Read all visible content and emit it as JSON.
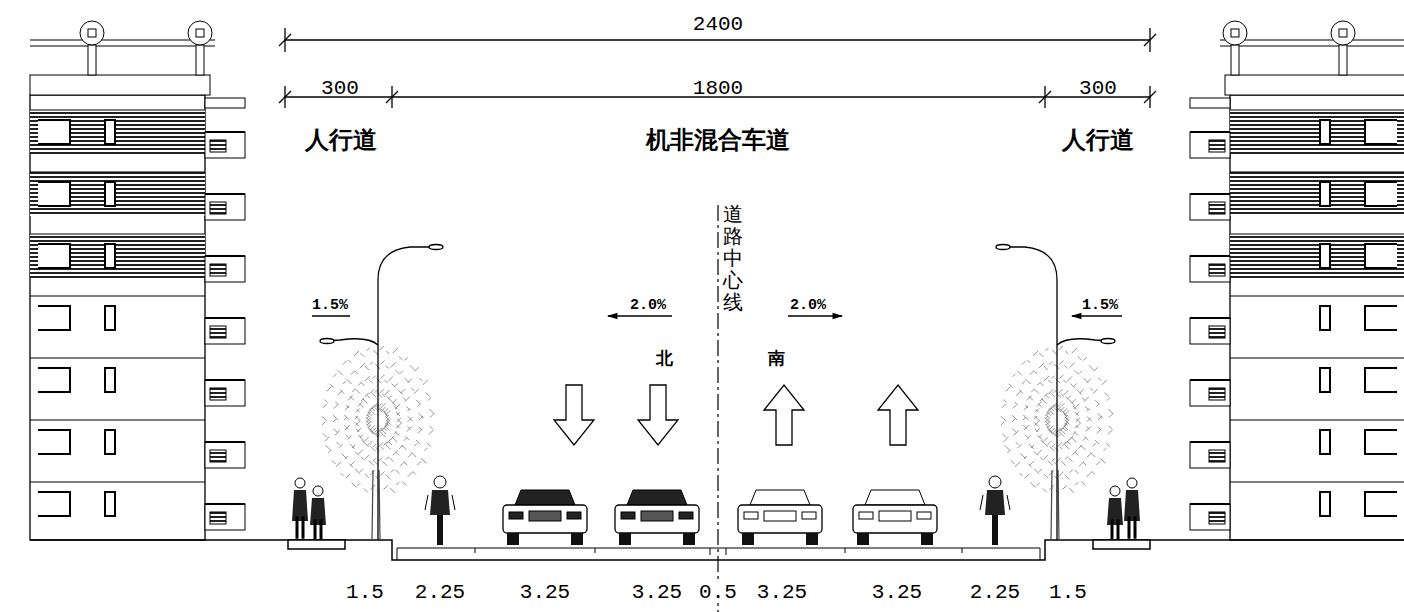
{
  "diagram": {
    "labels": [
      "2400",
      "300",
      "1800",
      "300",
      "人行道",
      "机非混合车道",
      "人行道",
      "1.5%",
      "2.0%",
      "道路中心线",
      "2.0%",
      "1.5%",
      "北",
      "南",
      "1.5",
      "2.25",
      "3.25",
      "3.25",
      "0.5",
      "3.25",
      "3.25",
      "2.25",
      "1.5"
    ]
  }
}
